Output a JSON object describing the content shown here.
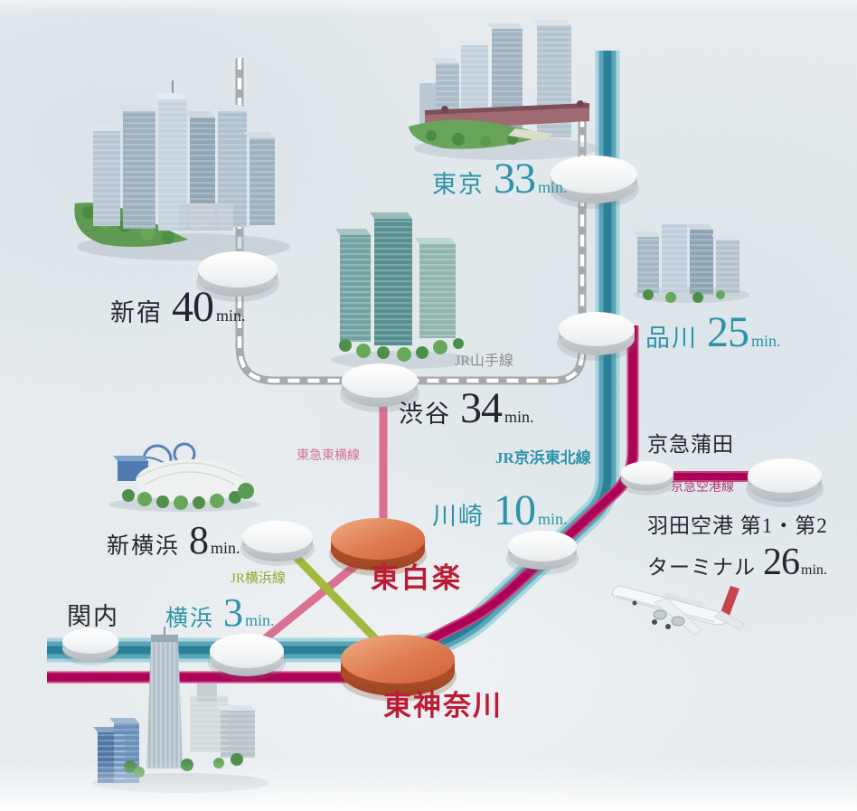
{
  "stations": {
    "tokyo": {
      "name": "東京",
      "time": "33",
      "unit": "min."
    },
    "shinjuku": {
      "name": "新宿",
      "time": "40",
      "unit": "min."
    },
    "shibuya": {
      "name": "渋谷",
      "time": "34",
      "unit": "min."
    },
    "shinagawa": {
      "name": "品川",
      "time": "25",
      "unit": "min."
    },
    "kawasaki": {
      "name": "川崎",
      "time": "10",
      "unit": "min."
    },
    "keikyu_kamata": {
      "name": "京急蒲田"
    },
    "haneda": {
      "name_line1": "羽田空港 第1・第2",
      "name_line2": "ターミナル",
      "time": "26",
      "unit": "min."
    },
    "shin_yokohama": {
      "name": "新横浜",
      "time": "8",
      "unit": "min."
    },
    "yokohama": {
      "name": "横浜",
      "time": "3",
      "unit": "min."
    },
    "kannai": {
      "name": "関内"
    },
    "higashi_hakuraku": {
      "name": "東白楽"
    },
    "higashi_kanagawa": {
      "name": "東神奈川"
    }
  },
  "lines": {
    "jr_yamanote": {
      "label": "JR山手線",
      "color": "#a7a9aa"
    },
    "jr_keihin_tohoku": {
      "label": "JR京浜東北線",
      "color": "#3b93ab"
    },
    "tokyu_toyoko": {
      "label": "東急東横線",
      "color": "#db7191"
    },
    "jr_yokohama": {
      "label": "JR横浜線",
      "color": "#a4b83f"
    },
    "keikyu_airport": {
      "label": "京急空港線",
      "color": "#ad0356"
    }
  },
  "colors": {
    "highlight_station_text": "#bc1b33",
    "teal_text": "#2e93a8",
    "dark_text": "#26262e",
    "background": "#e8edf0"
  }
}
